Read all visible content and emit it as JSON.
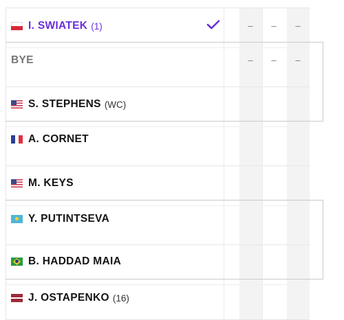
{
  "draw": {
    "players": [
      {
        "name": "I. SWIATEK",
        "seed": "(1)",
        "flag": "poland-flag-icon",
        "winner": true
      },
      {
        "name": "BYE",
        "seed": "",
        "flag": "",
        "winner": false
      },
      {
        "name": "S. STEPHENS",
        "seed": "(WC)",
        "flag": "usa-flag-icon",
        "winner": false
      },
      {
        "name": "A. CORNET",
        "seed": "",
        "flag": "france-flag-icon",
        "winner": false
      },
      {
        "name": "M. KEYS",
        "seed": "",
        "flag": "usa-flag-icon",
        "winner": false
      },
      {
        "name": "Y. PUTINTSEVA",
        "seed": "",
        "flag": "kazakhstan-flag-icon",
        "winner": false
      },
      {
        "name": "B. HADDAD MAIA",
        "seed": "",
        "flag": "brazil-flag-icon",
        "winner": false
      },
      {
        "name": "J. OSTAPENKO",
        "seed": "(16)",
        "flag": "latvia-flag-icon",
        "winner": false
      }
    ],
    "match1_scores": {
      "p1": [
        "–",
        "–",
        "–"
      ],
      "p2": [
        "–",
        "–",
        "–"
      ]
    }
  },
  "colors": {
    "winner": "#6b2fd9",
    "bye": "#777777",
    "text": "#141414"
  }
}
